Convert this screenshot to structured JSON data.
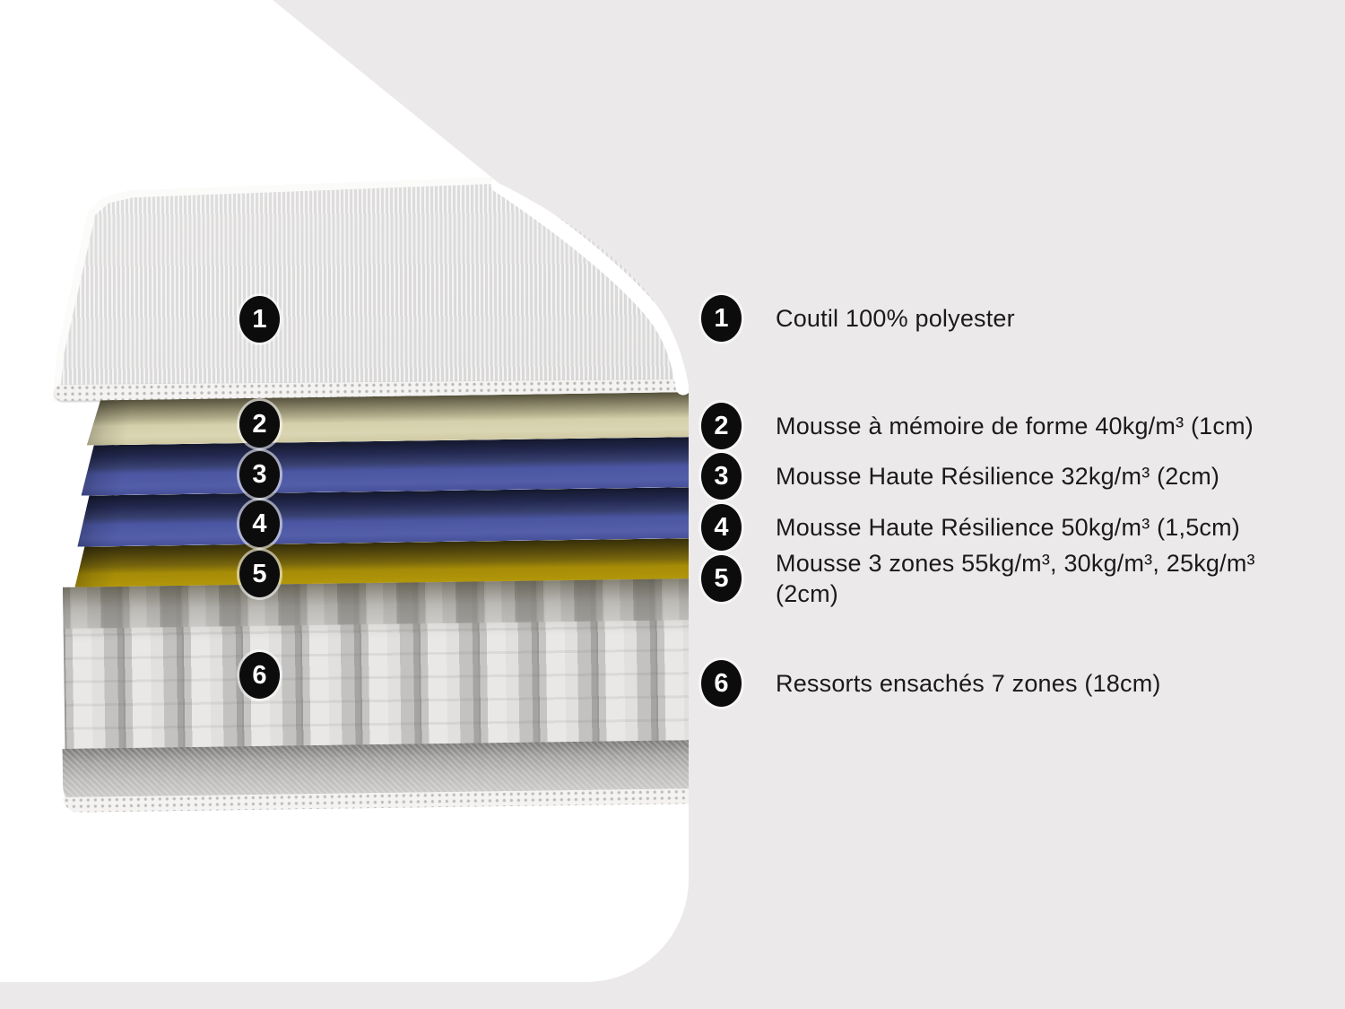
{
  "colors": {
    "page_bg": "#ECE9EA",
    "photo_bg": "#FFFFFF",
    "badge_bg": "#0C0C0C",
    "badge_text": "#FFFFFF",
    "text": "#1A1A1A"
  },
  "legend": {
    "items": [
      {
        "num": "1",
        "text": "Coutil 100% polyester"
      },
      {
        "num": "2",
        "text": "Mousse à mémoire de forme 40kg/m³ (1cm)"
      },
      {
        "num": "3",
        "text": "Mousse Haute Résilience 32kg/m³ (2cm)"
      },
      {
        "num": "4",
        "text": "Mousse Haute Résilience 50kg/m³ (1,5cm)"
      },
      {
        "num": "5",
        "text": "Mousse 3 zones 55kg/m³, 30kg/m³, 25kg/m³ (2cm)"
      },
      {
        "num": "6",
        "text": "Ressorts ensachés 7 zones (18cm)"
      }
    ]
  },
  "mattress_layers": [
    {
      "num": "1",
      "part": "quilted cover",
      "color": "#E4E3E3"
    },
    {
      "num": "2",
      "part": "memory foam",
      "color": "#D5D0AB"
    },
    {
      "num": "3",
      "part": "high resilience foam",
      "color": "#4B56A2"
    },
    {
      "num": "4",
      "part": "high resilience foam",
      "color": "#4B56A2"
    },
    {
      "num": "5",
      "part": "3-zone foam",
      "color": "#A58B07"
    },
    {
      "num": "6",
      "part": "pocket springs",
      "color": "#DCDBDA"
    }
  ]
}
